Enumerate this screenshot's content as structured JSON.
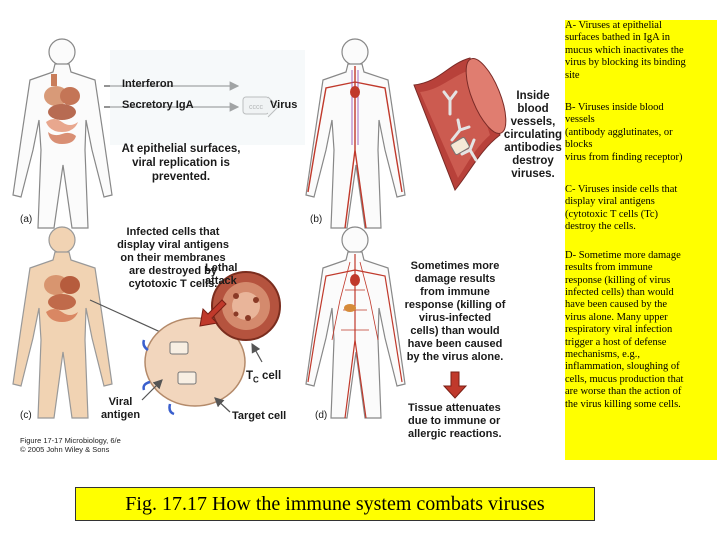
{
  "panel_a": {
    "label": "(a)",
    "interferon": "Interferon",
    "iga": "Secretory IgA",
    "virus": "Virus",
    "epithelial": "At epithelial surfaces,\nviral replication is\nprevented."
  },
  "panel_b": {
    "label": "(b)",
    "text": "Inside\nblood vessels,\ncirculating\nantibodies\ndestroy\nviruses."
  },
  "panel_c": {
    "label": "(c)",
    "infected": "Infected cells that\ndisplay viral antigens\non their membranes\nare destroyed by\ncytotoxic T cells.",
    "lethal": "Lethal\nattack",
    "tc": "T",
    "tc_sub": "C",
    "tc_rest": " cell",
    "viral_antigen": "Viral\nantigen",
    "target": "Target cell"
  },
  "panel_d": {
    "label": "(d)",
    "sometimes": "Sometimes more\ndamage results\nfrom immune\nresponse (killing of\nvirus-infected\ncells) than would\nhave been caused\nby the virus alone.",
    "tissue": "Tissue attenuates\ndue to immune or\nallergic reactions."
  },
  "credit": "Figure 17-17 Microbiology, 6/e\n© 2005 John Wiley & Sons",
  "side_notes": {
    "a": "A- Viruses at epithelial\nsurfaces bathed in IgA in\nmucus which inactivates the\nvirus by blocking its binding\nsite",
    "b": "B- Viruses inside blood\nvessels\n(antibody agglutinates, or\nblocks\nvirus from finding receptor)",
    "c": "C- Viruses inside cells that\ndisplay viral antigens\n(cytotoxic T cells (Tc)\ndestroy the cells.",
    "d": "D- Sometime more damage\nresults from immune\nresponse (killing of virus\ninfected cells) than would\nhave been caused by the\nvirus alone. Many upper\nrespiratory viral infection\ntrigger a host of defense\nmechanisms, e.g.,\ninflammation, sloughing of\ncells, mucus production that\nare worse than the action of\nthe virus killing some cells."
  },
  "caption": "Fig. 17.17 How the immune system combats viruses",
  "colors": {
    "highlight": "#ffff00",
    "vessel": "#b8413a",
    "cell": "#e9c9a8",
    "arrow": "#c0392b"
  }
}
